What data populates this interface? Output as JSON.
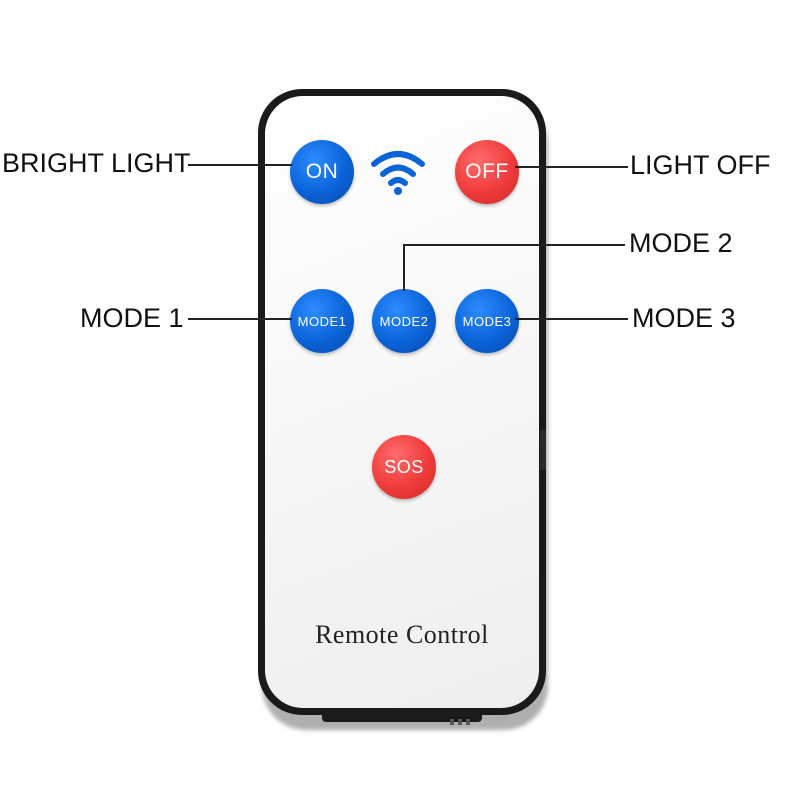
{
  "buttons": {
    "on": "ON",
    "off": "OFF",
    "mode1": "MODE1",
    "mode2": "MODE2",
    "mode3": "MODE3",
    "sos": "SOS"
  },
  "callouts": {
    "bright_light": "BRIGHT LIGHT",
    "light_off": "LIGHT OFF",
    "mode_1": "MODE 1",
    "mode_2": "MODE 2",
    "mode_3": "MODE 3"
  },
  "brand_text": "Remote Control",
  "icons": {
    "signal": "wifi-signal-icon"
  },
  "colors": {
    "blue_button": "#0b63d8",
    "red_button": "#ef3b3b",
    "remote_frame": "#1a1a1a",
    "line": "#222222"
  }
}
